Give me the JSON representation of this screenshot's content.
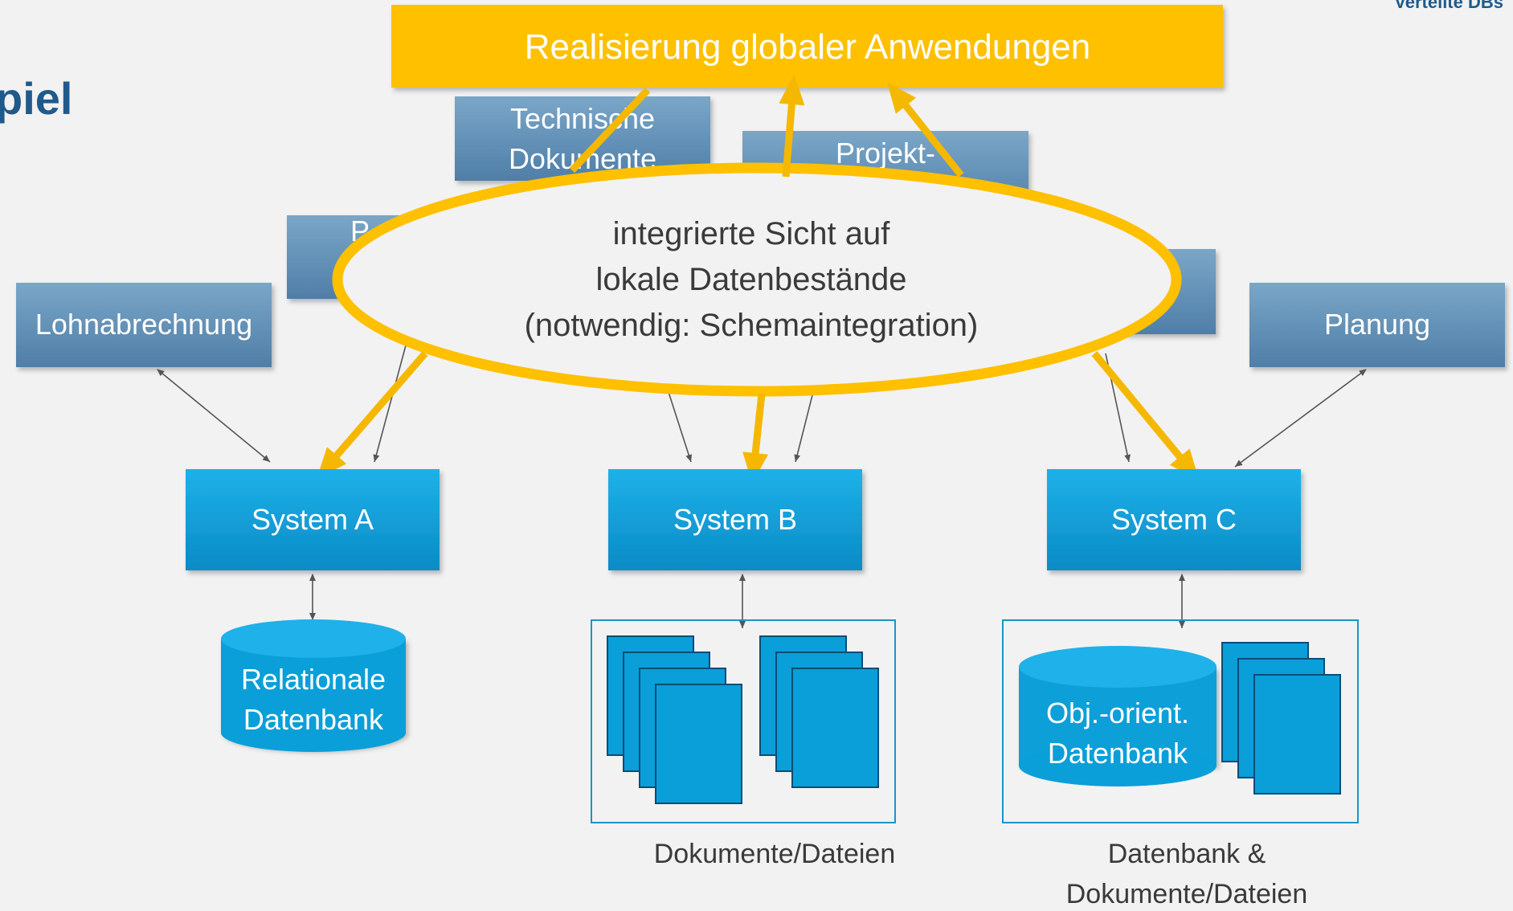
{
  "header": {
    "course": "Verteilte DBs"
  },
  "slide": {
    "title": "piel"
  },
  "top_box": {
    "label": "Realisierung globaler Anwendungen"
  },
  "applications": [
    {
      "id": "tech",
      "lines": [
        "Technische",
        "Dokumente"
      ]
    },
    {
      "id": "projekt",
      "lines": [
        "Projekt-"
      ]
    },
    {
      "id": "p",
      "lines": [
        "P"
      ]
    },
    {
      "id": "lohn",
      "lines": [
        "Lohnabrechnung"
      ]
    },
    {
      "id": "planung",
      "lines": [
        "Planung"
      ]
    }
  ],
  "ellipse": {
    "lines": [
      "integrierte Sicht auf",
      "lokale Datenbestände",
      "(notwendig: Schemaintegration)"
    ]
  },
  "systems": [
    {
      "id": "a",
      "label": "System A"
    },
    {
      "id": "b",
      "label": "System B"
    },
    {
      "id": "c",
      "label": "System C"
    }
  ],
  "stores": {
    "relational": {
      "lines": [
        "Relationale",
        "Datenbank"
      ]
    },
    "object": {
      "lines": [
        "Obj.-orient.",
        "Datenbank"
      ]
    }
  },
  "captions": {
    "b": [
      "Dokumente/Dateien"
    ],
    "c": [
      "Datenbank &",
      "Dokumente/Dateien"
    ]
  },
  "colors": {
    "background": "#f2f2f2",
    "title": "#1f5a8c",
    "yellow": "#ffc000",
    "yellow_arrow": "#f5b800",
    "app_box_top": "#7aa6c8",
    "app_box_bottom": "#4f7ea7",
    "system_box_top": "#1fb1e9",
    "system_box_bottom": "#0a8bc5",
    "doc_fill": "#0a9fd8",
    "doc_border": "#0a4d77",
    "frame": "#1996c8",
    "connector": "#555555"
  }
}
